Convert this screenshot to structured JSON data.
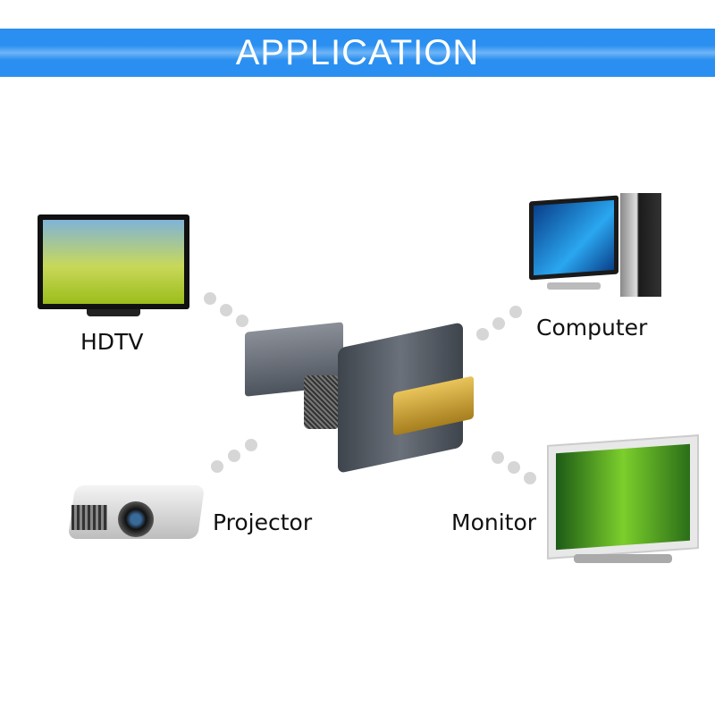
{
  "banner": {
    "title": "APPLICATION"
  },
  "devices": {
    "hdtv": "HDTV",
    "computer": "Computer",
    "projector": "Projector",
    "monitor": "Monitor"
  },
  "colors": {
    "banner": "#2a8ff0",
    "dots": "#d6d6d6"
  }
}
